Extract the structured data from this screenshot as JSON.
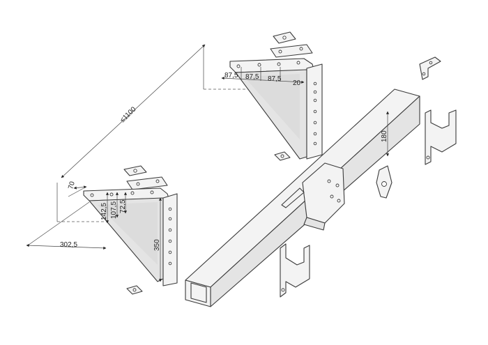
{
  "dimensions": {
    "total_length": "≤1100",
    "offset_70": "70",
    "spacing_1": "87,5",
    "spacing_2": "87,5",
    "spacing_3": "87,5",
    "spacing_4": "20",
    "bar_height": "180",
    "vertical_142": "142,5",
    "vertical_107": "107,5",
    "vertical_72": "72,5",
    "horizontal_302": "302,5",
    "bracket_height": "350"
  }
}
